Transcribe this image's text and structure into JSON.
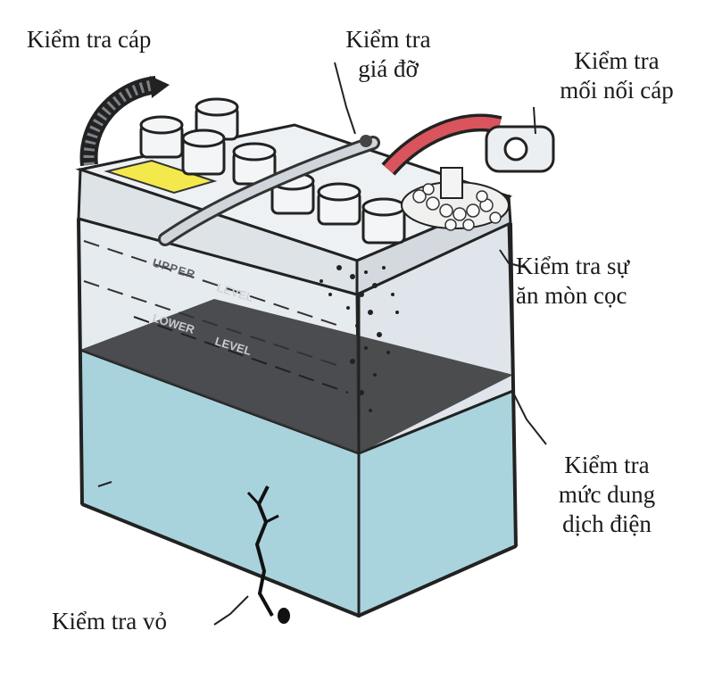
{
  "diagram": {
    "labels": {
      "cable": [
        "Kiểm tra cáp"
      ],
      "bracket": [
        "Kiểm tra",
        "giá đỡ"
      ],
      "cable_connection": [
        "Kiểm tra",
        "mối nối cáp"
      ],
      "terminal_corrosion": [
        "Kiểm tra sự",
        "ăn mòn cọc"
      ],
      "electrolyte_level": [
        "Kiểm tra",
        "mức dung",
        "dịch điện"
      ],
      "case": [
        "Kiểm tra vỏ"
      ]
    },
    "case_markings": {
      "upper": "UPPER",
      "upper_level": "LEVEL",
      "lower": "LOWER",
      "lower_level": "LEVEL"
    },
    "colors": {
      "electrolyte": "#a9d3dc",
      "case_body": "#e3e8ec",
      "cable_red": "#d9545c",
      "label_yellow": "#f4e94c",
      "corrosion": "#2b2b2b"
    }
  }
}
